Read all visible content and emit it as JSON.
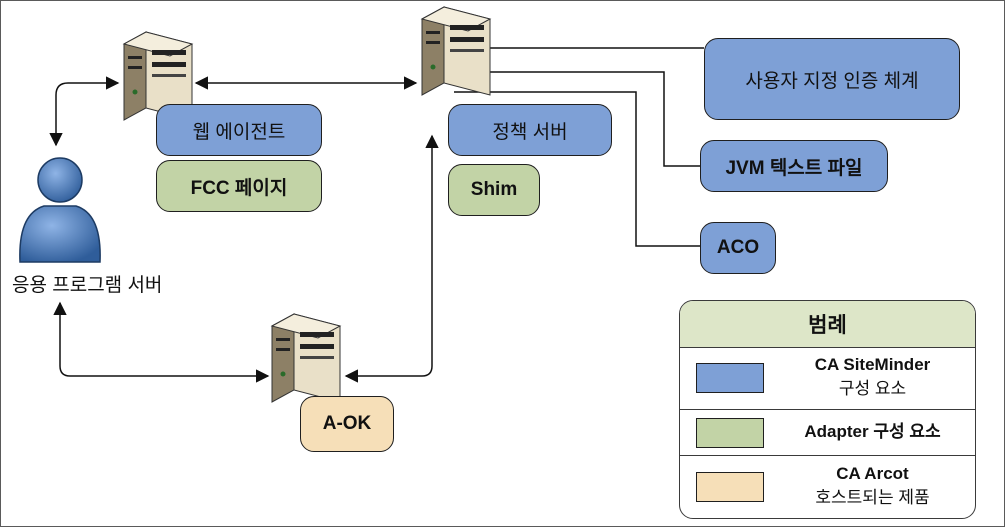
{
  "nodes": {
    "web_agent": "웹 에이전트",
    "fcc_page": "FCC 페이지",
    "policy_server": "정책 서버",
    "shim": "Shim",
    "custom_auth": "사용자 지정 인증 체계",
    "jvm_text_file": "JVM 텍스트 파일",
    "aco": "ACO",
    "a_ok": "A-OK",
    "app_server_label": "응용 프로그램 서버"
  },
  "legend": {
    "title": "범례",
    "items": [
      {
        "line1": "CA SiteMinder",
        "line2": "구성 요소",
        "color": "#7ea0d6"
      },
      {
        "line1": "Adapter 구성 요소",
        "line2": "",
        "color": "#c2d3a6"
      },
      {
        "line1": "CA Arcot",
        "line2": "호스트되는 제품",
        "color": "#f6dfb8"
      }
    ]
  },
  "colors": {
    "siteminder": "#7ea0d6",
    "adapter": "#c2d3a6",
    "arcot": "#f6dfb8",
    "legend_header": "#dde6c8"
  }
}
